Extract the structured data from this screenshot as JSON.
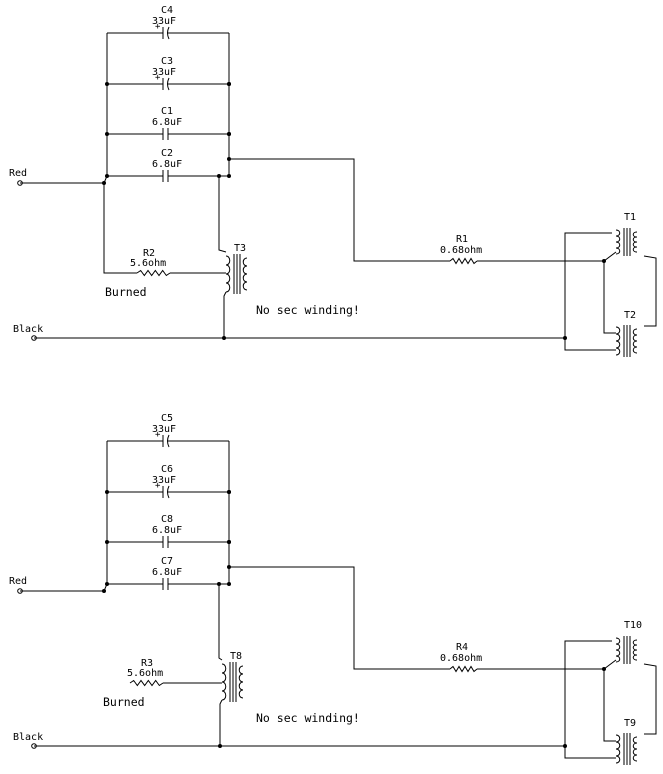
{
  "top": {
    "terminals": {
      "red": "Red",
      "black": "Black"
    },
    "capacitors": [
      {
        "ref": "C4",
        "value": "33uF",
        "polarized": true
      },
      {
        "ref": "C3",
        "value": "33uF",
        "polarized": true
      },
      {
        "ref": "C1",
        "value": "6.8uF",
        "polarized": false
      },
      {
        "ref": "C2",
        "value": "6.8uF",
        "polarized": false
      }
    ],
    "resistors": [
      {
        "ref": "R2",
        "value": "5.6ohm"
      },
      {
        "ref": "R1",
        "value": "0.68ohm"
      }
    ],
    "transformers": [
      "T3",
      "T1",
      "T2"
    ],
    "notes": {
      "burned": "Burned",
      "no_sec": "No sec winding!"
    }
  },
  "bottom": {
    "terminals": {
      "red": "Red",
      "black": "Black"
    },
    "capacitors": [
      {
        "ref": "C5",
        "value": "33uF",
        "polarized": true
      },
      {
        "ref": "C6",
        "value": "33uF",
        "polarized": true
      },
      {
        "ref": "C8",
        "value": "6.8uF",
        "polarized": false
      },
      {
        "ref": "C7",
        "value": "6.8uF",
        "polarized": false
      }
    ],
    "resistors": [
      {
        "ref": "R3",
        "value": "5.6ohm"
      },
      {
        "ref": "R4",
        "value": "0.68ohm"
      }
    ],
    "transformers": [
      "T8",
      "T10",
      "T9"
    ],
    "notes": {
      "burned": "Burned",
      "no_sec": "No sec winding!"
    }
  }
}
